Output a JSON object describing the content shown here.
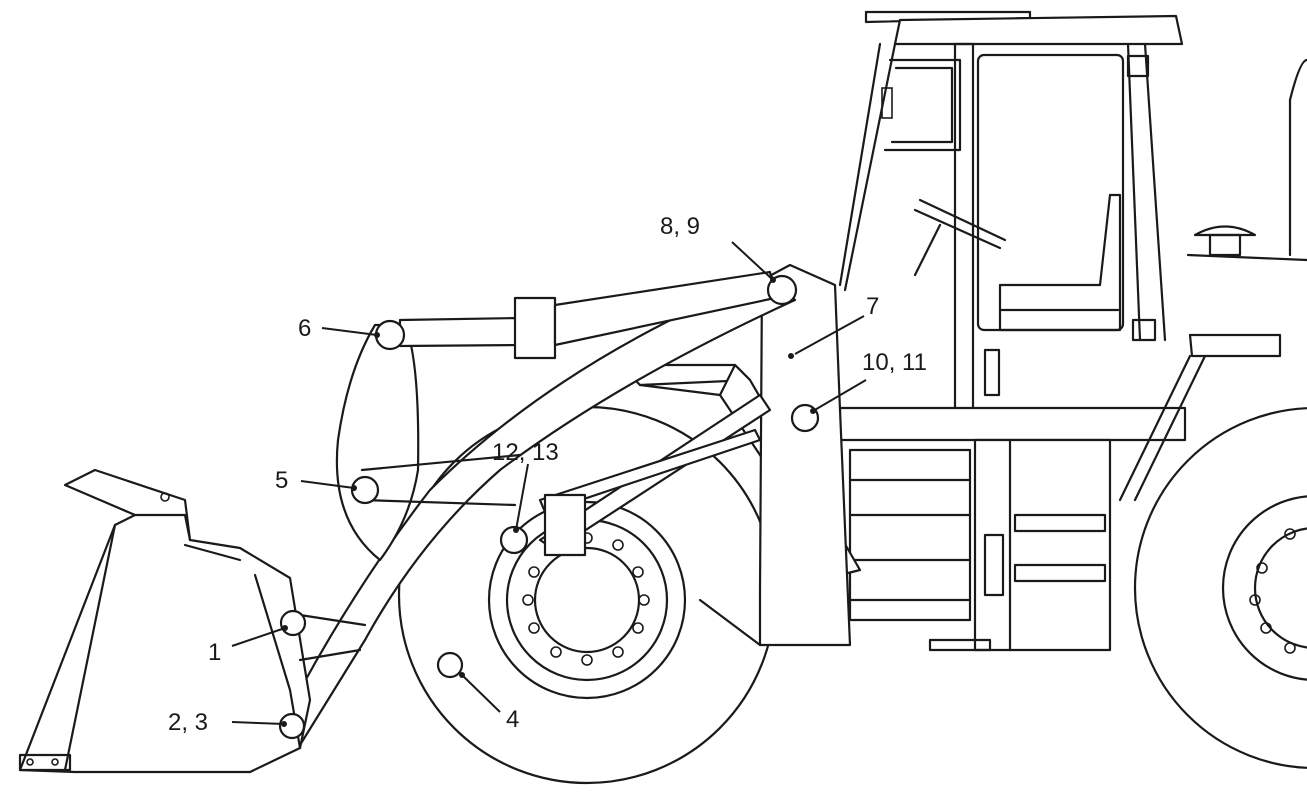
{
  "callouts": [
    {
      "id": "1",
      "label": "1"
    },
    {
      "id": "2-3",
      "label": "2, 3"
    },
    {
      "id": "4",
      "label": "4"
    },
    {
      "id": "5",
      "label": "5"
    },
    {
      "id": "6",
      "label": "6"
    },
    {
      "id": "7",
      "label": "7"
    },
    {
      "id": "8-9",
      "label": "8, 9"
    },
    {
      "id": "10-11",
      "label": "10, 11"
    },
    {
      "id": "12-13",
      "label": "12, 13"
    }
  ]
}
